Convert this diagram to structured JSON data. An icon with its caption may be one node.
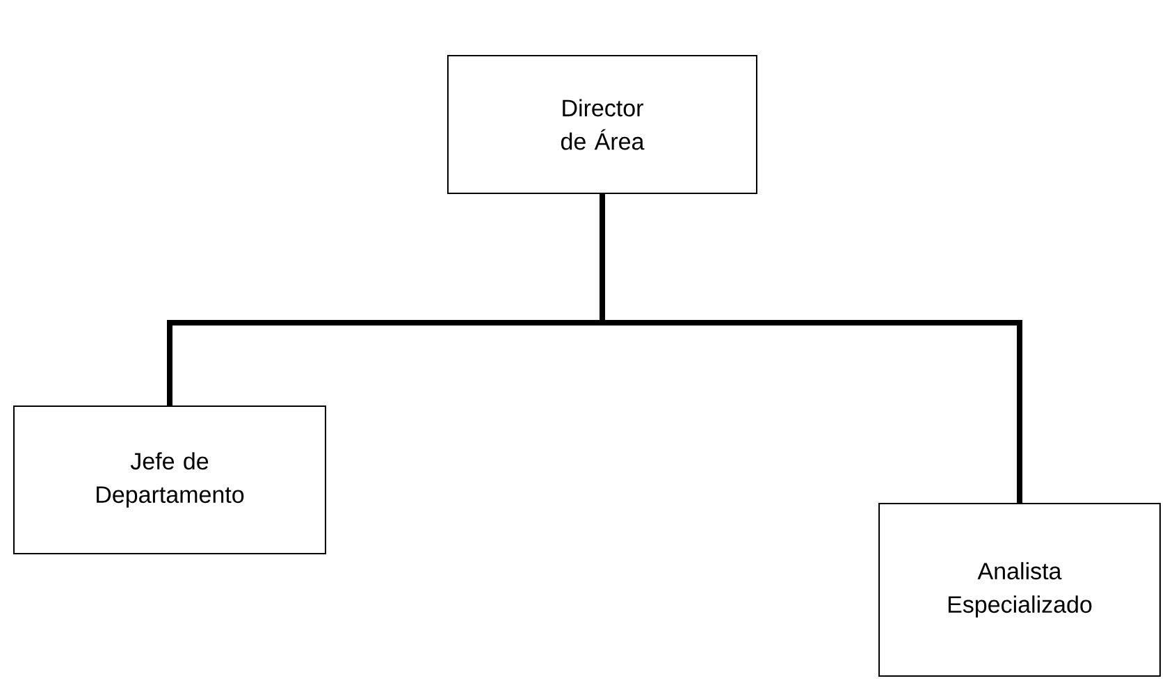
{
  "diagram": {
    "nodes": [
      {
        "text": [
          "Director de Área"
        ]
      },
      {
        "text": [
          "Jefe de Departamento"
        ]
      },
      {
        "text": [
          "Analista Especializado"
        ]
      }
    ],
    "edges": [
      {
        "from": 0,
        "to": 1,
        "arrow": "none"
      },
      {
        "from": 0,
        "to": 2,
        "arrow": "none"
      }
    ]
  }
}
